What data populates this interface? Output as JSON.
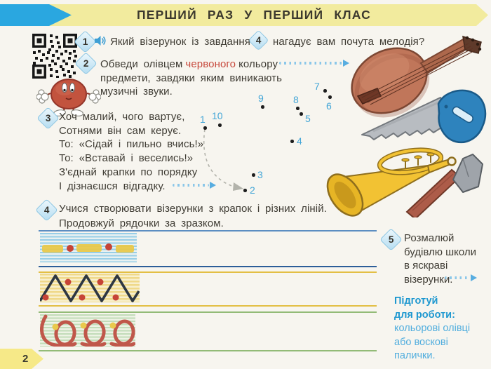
{
  "header": {
    "title": "ПЕРШИЙ РАЗ У ПЕРШИЙ КЛАС"
  },
  "tasks": {
    "t1": {
      "number": "1",
      "text_before": "Який візерунок із завдання",
      "ref_number": "4",
      "text_after": "нагадує вам почута мелодія?"
    },
    "t2": {
      "number": "2",
      "line1_before": "Обведи олівцем",
      "line1_highlight": "червоного",
      "line1_after": "кольору",
      "line2": "предмети, завдяки яким виникають",
      "line3": "музичні звуки."
    },
    "t3": {
      "number": "3",
      "line1": "Хоч малий, чого вартує,",
      "line2": "Сотнями він сам керує.",
      "line3": "То: «Сідай і пильно вчись!»",
      "line4": "То: «Вставай і веселись!»",
      "line5": "З'єднай крапки по порядку",
      "line6": "І дізнаєшся відгадку."
    },
    "t4": {
      "number": "4",
      "line1": "Учися створювати візерунки з крапок і різних ліній.",
      "line2": "Продовжуй рядочки за зразком."
    },
    "t5": {
      "number": "5",
      "line1": "Розмалюй",
      "line2": "будівлю школи",
      "line3": "в яскраві",
      "line4": "візерунки."
    }
  },
  "puzzle": {
    "dots": [
      {
        "label": "1"
      },
      {
        "label": "2"
      },
      {
        "label": "3"
      },
      {
        "label": "4"
      },
      {
        "label": "5"
      },
      {
        "label": "6"
      },
      {
        "label": "7"
      },
      {
        "label": "8"
      },
      {
        "label": "9"
      },
      {
        "label": "10"
      }
    ]
  },
  "prepare": {
    "heading_line1": "Підготуй",
    "heading_line2": "для роботи:",
    "body_line1": "кольорові олівці",
    "body_line2": "або воскові",
    "body_line3": "палички."
  },
  "footer": {
    "page_number": "2"
  },
  "icons": {
    "audio": "speaker-icon",
    "qr": "qr-code",
    "mascot": "mascot-character",
    "illustrations": [
      "lute",
      "hand-saw",
      "trumpet",
      "hammer"
    ]
  },
  "colors": {
    "banner_yellow": "#f2eb9e",
    "arrow_blue": "#2aa7e0",
    "badge_fill": "#cfe9f6",
    "badge_border": "#8cc6e4",
    "text_dark": "#3f3c34",
    "highlight_red": "#c7493c",
    "puzzle_blue": "#44a6d7",
    "prepare_heading_blue": "#1e98d0",
    "prepare_body_blue": "#52aede",
    "page_tab_yellow": "#f6e988"
  }
}
